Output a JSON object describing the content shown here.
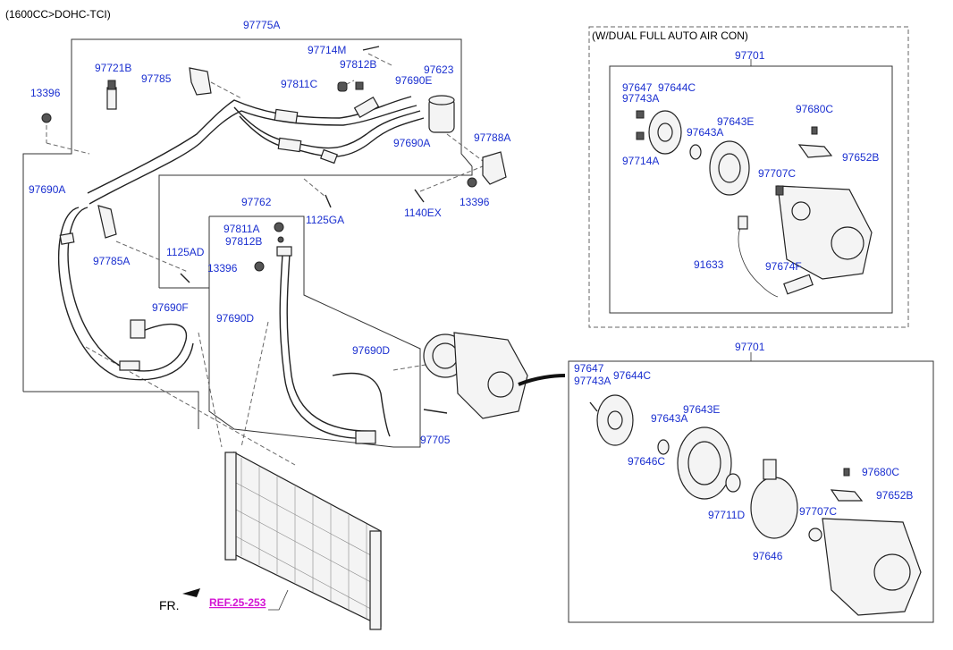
{
  "header_note": "(1600CC>DOHC-TCI)",
  "inset_title": "(W/DUAL FULL AUTO AIR CON)",
  "ref_label": "REF.25-253",
  "fr_label": "FR.",
  "labels": {
    "l_97775A": "97775A",
    "l_97714M": "97714M",
    "l_97812B_top": "97812B",
    "l_97623": "97623",
    "l_97721B": "97721B",
    "l_97785": "97785",
    "l_97811C": "97811C",
    "l_97690E": "97690E",
    "l_13396_a": "13396",
    "l_97690A_r": "97690A",
    "l_97788A": "97788A",
    "l_97690A_l": "97690A",
    "l_1125GA": "1125GA",
    "l_1140EX": "1140EX",
    "l_13396_b": "13396",
    "l_97762": "97762",
    "l_97811A": "97811A",
    "l_97812B_mid": "97812B",
    "l_97785A": "97785A",
    "l_1125AD": "1125AD",
    "l_13396_c": "13396",
    "l_97690F": "97690F",
    "l_97690D_l": "97690D",
    "l_97690D_r": "97690D",
    "l_97705": "97705",
    "i_97701": "97701",
    "i_97647": "97647",
    "i_97644C": "97644C",
    "i_97743A": "97743A",
    "i_97643E": "97643E",
    "i_97680C": "97680C",
    "i_97643A": "97643A",
    "i_97714A": "97714A",
    "i_97652B": "97652B",
    "i_97707C": "97707C",
    "i_91633": "91633",
    "i_97674F": "97674F",
    "b_97701": "97701",
    "b_97647": "97647",
    "b_97743A": "97743A",
    "b_97644C": "97644C",
    "b_97643E": "97643E",
    "b_97643A": "97643A",
    "b_97646C": "97646C",
    "b_97680C": "97680C",
    "b_97652B": "97652B",
    "b_97711D": "97711D",
    "b_97707C": "97707C",
    "b_97646": "97646"
  },
  "colors": {
    "part_number": "#1a2fd0",
    "reference": "#d414d4",
    "line": "#333333"
  }
}
